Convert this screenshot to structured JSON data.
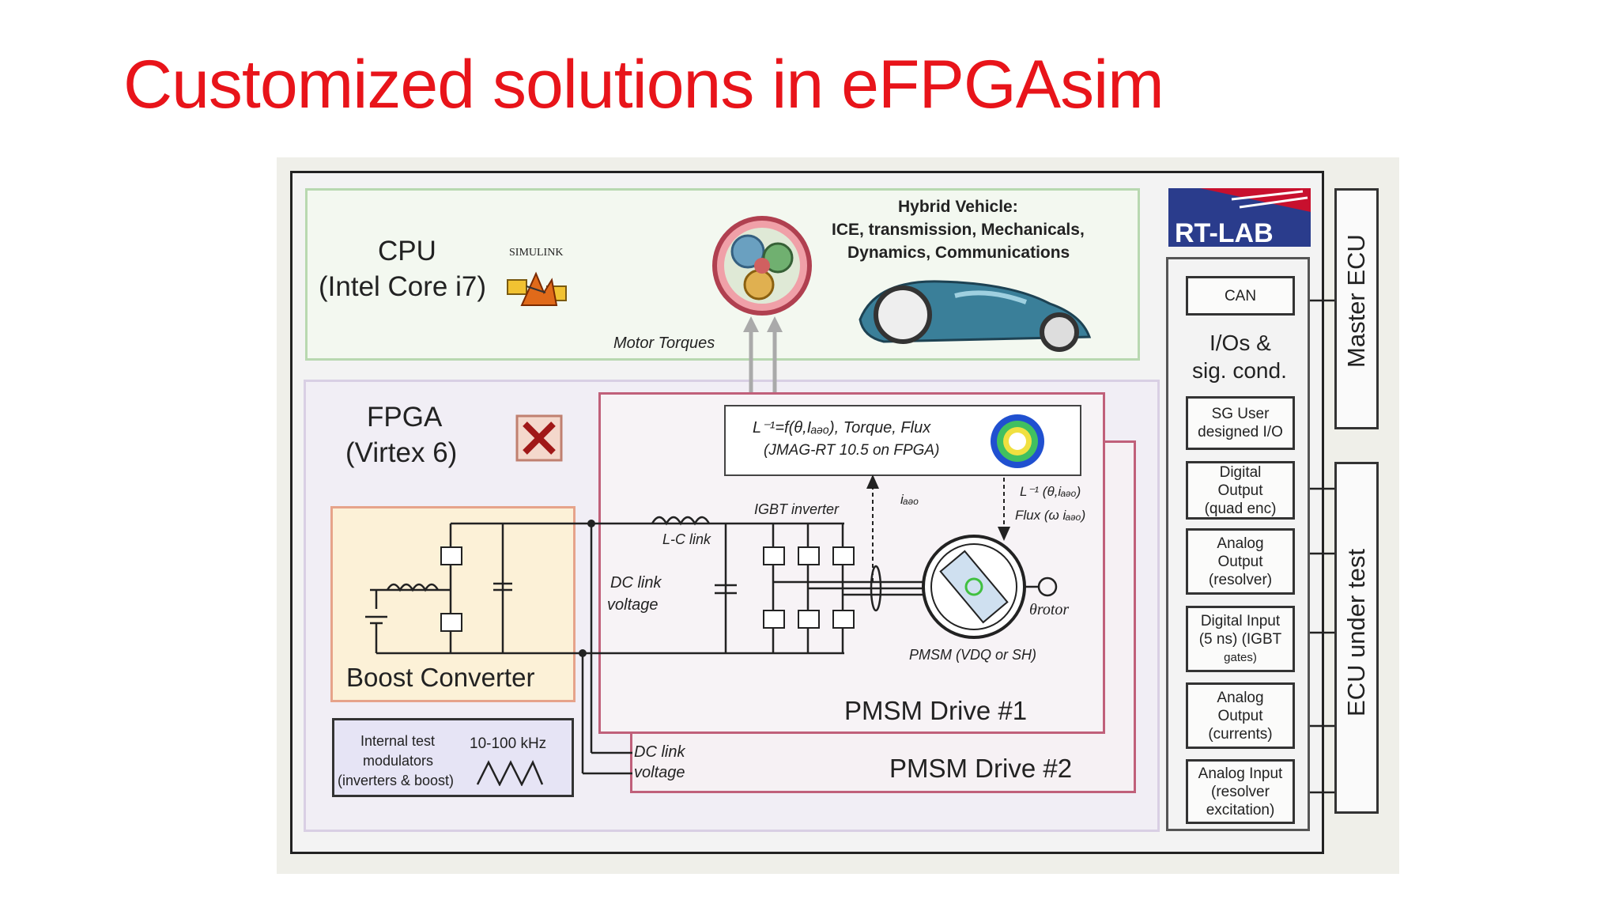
{
  "slide": {
    "title": "Customized solutions in eFPGAsim"
  },
  "cpu": {
    "title": "CPU",
    "subtitle": "(Intel Core i7)",
    "simulink_logo_text": "SIMULINK"
  },
  "vehicle": {
    "line1": "Hybrid Vehicle:",
    "line2": "ICE, transmission, Mechanicals,",
    "line3": "Dynamics, Communications"
  },
  "motor_torques": "Motor Torques",
  "fpga": {
    "title": "FPGA",
    "subtitle": "(Virtex 6)"
  },
  "jmag": {
    "line1": "L⁻¹=f(θ,Iₐₔₒ), Torque, Flux",
    "line2": "(JMAG-RT 10.5 on FPGA)"
  },
  "signals": {
    "iabc": "iₐₔₒ",
    "inverse_l": "L⁻¹ (θ,iₐₔₒ)",
    "flux": "Flux (ω iₐₔₒ)"
  },
  "circuit": {
    "igbt_inverter": "IGBT inverter",
    "lc_link": "L-C link",
    "dc_link_voltage_1": "DC link",
    "dc_link_voltage_1b": "voltage",
    "theta_rotor": "θrotor",
    "pmsm_label": "PMSM (VDQ or SH)",
    "dc_link_voltage_2": "DC link",
    "dc_link_voltage_2b": "voltage"
  },
  "boost": {
    "label": "Boost Converter"
  },
  "pmsm1": {
    "label": "PMSM Drive #1"
  },
  "pmsm2": {
    "label": "PMSM Drive #2"
  },
  "test_modulators": {
    "line1": "Internal test",
    "line2": "modulators",
    "line3": "(inverters & boost)",
    "freq": "10-100 kHz"
  },
  "rtlab": {
    "text": "RT-LAB"
  },
  "io": {
    "heading1": "I/Os &",
    "heading2": "sig. cond.",
    "items": [
      {
        "l1": "CAN",
        "l2": "",
        "l3": ""
      },
      {
        "l1": "SG User",
        "l2": "designed I/O",
        "l3": ""
      },
      {
        "l1": "Digital",
        "l2": "Output",
        "l3": "(quad enc)"
      },
      {
        "l1": "Analog",
        "l2": "Output",
        "l3": "(resolver)"
      },
      {
        "l1": "Digital Input",
        "l2": "(5 ns) (IGBT",
        "l3": "gates)"
      },
      {
        "l1": "Analog",
        "l2": "Output",
        "l3": "(currents)"
      },
      {
        "l1": "Analog Input",
        "l2": "(resolver",
        "l3": "excitation)"
      }
    ]
  },
  "ecu": {
    "master": "Master ECU",
    "under_test": "ECU under test"
  },
  "colors": {
    "title": "#e8141a",
    "pmsm_border": "#c0607a",
    "cpu_border": "#b8d8b0",
    "boost_fill": "#fcf1d7"
  }
}
